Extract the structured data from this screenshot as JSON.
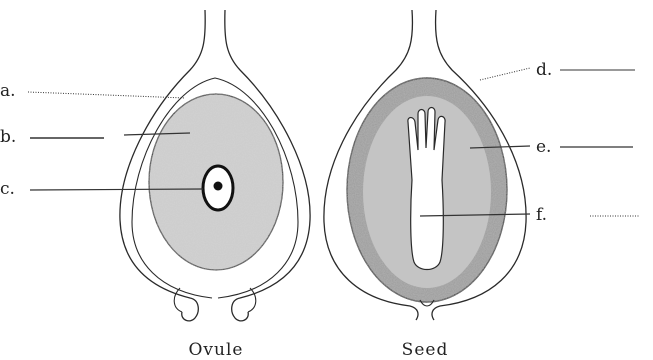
{
  "diagram": {
    "labels": {
      "a": "a.",
      "b": "b.",
      "c": "c.",
      "d": "d.",
      "e": "e.",
      "f": "f."
    },
    "captions": {
      "left": "Ovule",
      "right": "Seed"
    },
    "colors": {
      "outline": "#2a2a2a",
      "nucellus_fill": "#d3d3d3",
      "seed_coat_fill": "#9a9a9a",
      "endosperm_fill": "#c4c4c4",
      "embryo_fill": "#ffffff"
    }
  }
}
